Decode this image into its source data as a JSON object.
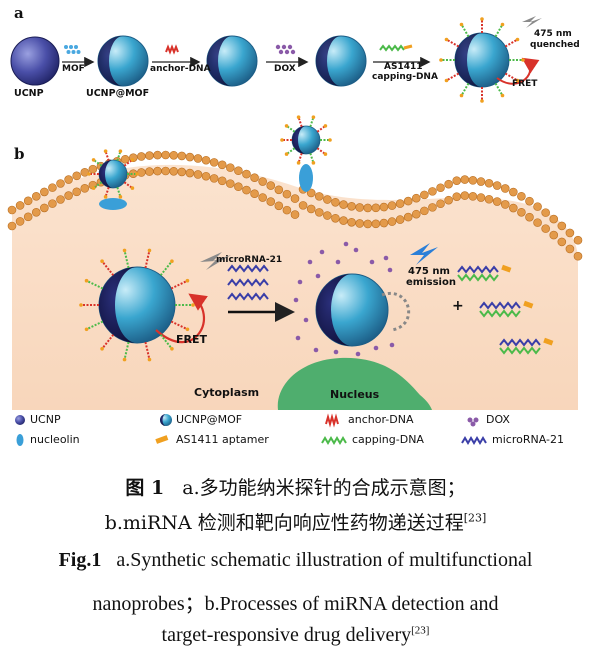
{
  "panel_a": {
    "label": "a",
    "ucnp": "UCNP",
    "ucnp_mof": "UCNP@MOF",
    "step_mof": "MOF",
    "step_anchor": "anchor-DNA",
    "step_dox": "DOX",
    "step_as1411_line1": "AS1411",
    "step_as1411_line2": "capping-DNA",
    "quenched_line1": "475 nm",
    "quenched_line2": "quenched",
    "fret": "FRET"
  },
  "panel_b": {
    "label": "b",
    "mirna": "microRNA-21",
    "fret": "FRET",
    "emission_line1": "475 nm",
    "emission_line2": "emission",
    "plus": "+",
    "cytoplasm": "Cytoplasm",
    "nucleus": "Nucleus"
  },
  "legend": {
    "ucnp": "UCNP",
    "ucnp_mof": "UCNP@MOF",
    "anchor": "anchor-DNA",
    "dox": "DOX",
    "nucleolin": "nucleolin",
    "aptamer": "AS1411 aptamer",
    "capping": "capping-DNA",
    "microrna": "microRNA-21"
  },
  "caption": {
    "cn_fig": "图 1",
    "cn_line1": "a.多功能纳米探针的合成示意图；",
    "cn_line2": "b.miRNA 检测和靶向响应性药物递送过程",
    "cn_ref": "[23]",
    "en_fig": "Fig.1",
    "en_line1": "a.Synthetic schematic illustration of multifunctional",
    "en_line2": "nanoprobes；b.Processes of miRNA detection and",
    "en_line3": "target-responsive drug delivery",
    "en_ref": "[23]"
  },
  "colors": {
    "ucnp": "#4a4fa8",
    "mof_shell": "#3aa6cf",
    "anchor": "#d8322a",
    "capping": "#4cba4a",
    "microrna": "#3b3fa8",
    "aptamer": "#f0a020",
    "dox": "#8a5aa8",
    "cytoplasm": "#fbe0c8",
    "membrane": "#e39a4a",
    "nucleus": "#4fae6e",
    "nucleolin": "#3a9fd8"
  }
}
